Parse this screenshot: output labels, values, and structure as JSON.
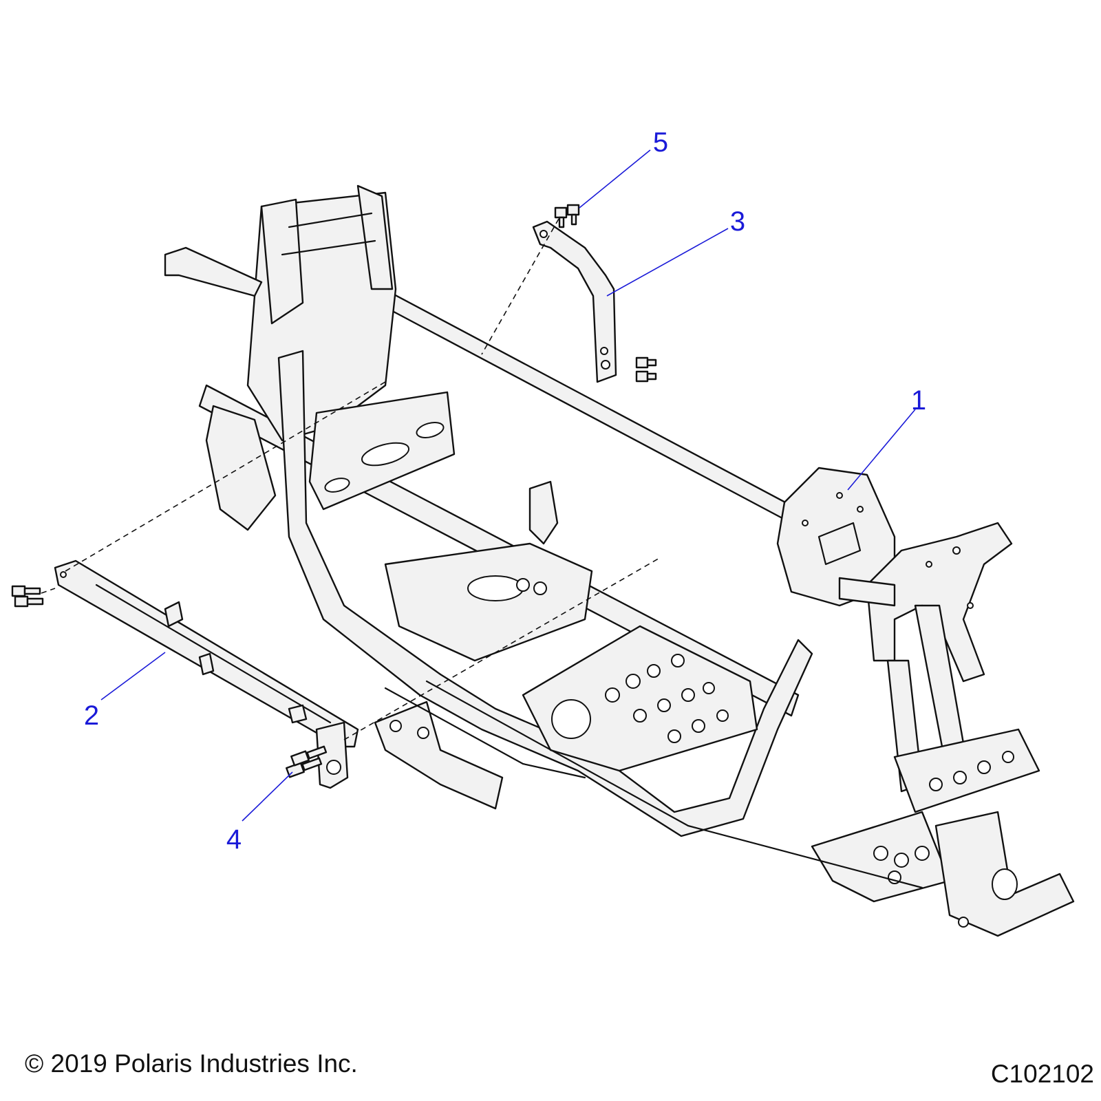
{
  "callouts": [
    {
      "id": "callout-1",
      "label": "1"
    },
    {
      "id": "callout-2",
      "label": "2"
    },
    {
      "id": "callout-3",
      "label": "3"
    },
    {
      "id": "callout-4",
      "label": "4"
    },
    {
      "id": "callout-5",
      "label": "5"
    }
  ],
  "footer": {
    "copyright": "© 2019 Polaris Industries Inc.",
    "figure_id": "C102102"
  },
  "colors": {
    "callout": "#1a1ad8",
    "line_art": "#111111",
    "part_fill": "#f2f2f2"
  }
}
